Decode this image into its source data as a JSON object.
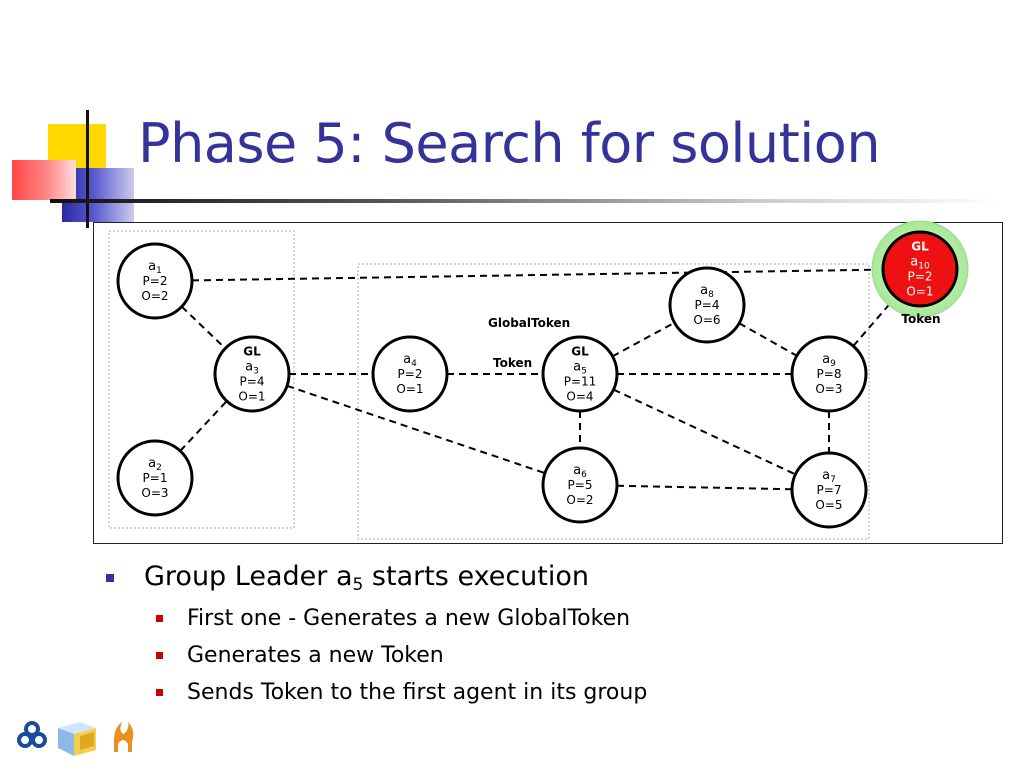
{
  "slide": {
    "title": "Phase 5: Search for solution"
  },
  "diagram": {
    "labels": {
      "global_token": "GlobalToken",
      "token_a5": "Token",
      "token_a10": "Token"
    },
    "nodes": [
      {
        "id": "a1",
        "gl": "",
        "base": "a",
        "sub": "1",
        "p": "P=2",
        "o": "O=2"
      },
      {
        "id": "a2",
        "gl": "",
        "base": "a",
        "sub": "2",
        "p": "P=1",
        "o": "O=3"
      },
      {
        "id": "a3",
        "gl": "GL",
        "base": "a",
        "sub": "3",
        "p": "P=4",
        "o": "O=1"
      },
      {
        "id": "a4",
        "gl": "",
        "base": "a",
        "sub": "4",
        "p": "P=2",
        "o": "O=1"
      },
      {
        "id": "a5",
        "gl": "GL",
        "base": "a",
        "sub": "5",
        "p": "P=11",
        "o": "O=4"
      },
      {
        "id": "a6",
        "gl": "",
        "base": "a",
        "sub": "6",
        "p": "P=5",
        "o": "O=2"
      },
      {
        "id": "a7",
        "gl": "",
        "base": "a",
        "sub": "7",
        "p": "P=7",
        "o": "O=5"
      },
      {
        "id": "a8",
        "gl": "",
        "base": "a",
        "sub": "8",
        "p": "P=4",
        "o": "O=6"
      },
      {
        "id": "a9",
        "gl": "",
        "base": "a",
        "sub": "9",
        "p": "P=8",
        "o": "O=3"
      },
      {
        "id": "a10",
        "gl": "GL",
        "base": "a",
        "sub": "10",
        "p": "P=2",
        "o": "O=1"
      }
    ],
    "edges": [
      [
        "a1",
        "a3"
      ],
      [
        "a2",
        "a3"
      ],
      [
        "a1",
        "a10"
      ],
      [
        "a3",
        "a4"
      ],
      [
        "a3",
        "a6"
      ],
      [
        "a4",
        "a5"
      ],
      [
        "a5",
        "a8"
      ],
      [
        "a5",
        "a9"
      ],
      [
        "a5",
        "a6"
      ],
      [
        "a5",
        "a7"
      ],
      [
        "a8",
        "a9"
      ],
      [
        "a9",
        "a7"
      ],
      [
        "a6",
        "a7"
      ],
      [
        "a9",
        "a10"
      ]
    ],
    "highlight_colors": {
      "node_fill": "#ee1111",
      "halo": "#bff0b0",
      "node_text": "#ffffff"
    }
  },
  "bullets": [
    {
      "text_before": "Group Leader a",
      "text_sub": "5",
      "text_after": " starts execution",
      "children": [
        "First one - Generates a new GlobalToken",
        "Generates a new Token",
        "Sends Token to the first agent in its group"
      ]
    }
  ],
  "colors": {
    "title": "#333399",
    "level1_bullet": "#333399",
    "level2_bullet": "#cc0000"
  }
}
